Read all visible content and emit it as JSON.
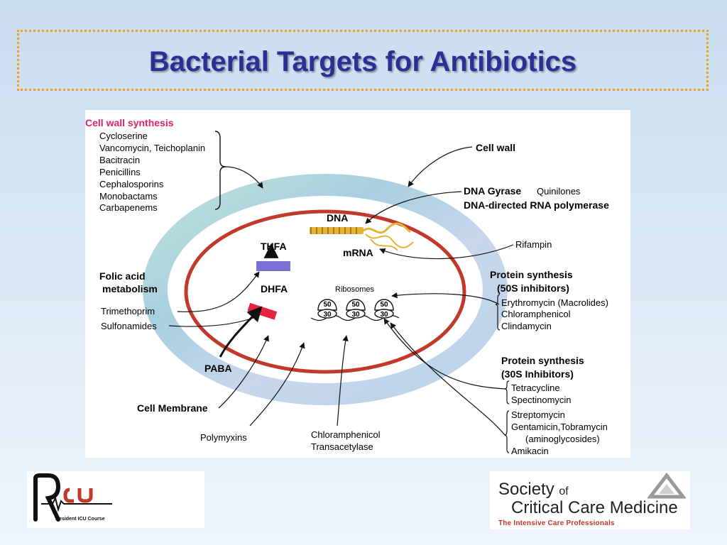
{
  "slide": {
    "title": "Bacterial Targets for Antibiotics"
  },
  "diagram": {
    "cell_wall_synthesis": {
      "heading": "Cell wall synthesis",
      "drugs": [
        "Cycloserine",
        "Vancomycin, Teichoplanin",
        "Bacitracin",
        "Penicillins",
        "Cephalosporins",
        "Monobactams",
        "Carbapenems"
      ]
    },
    "cell_wall": "Cell wall",
    "dna_gyrase": "DNA Gyrase",
    "quinilones": "Quinilones",
    "rna_polymerase": "DNA-directed RNA polymerase",
    "dna": "DNA",
    "mrna": "mRNA",
    "rifampin": "Rifampin",
    "thfa": "THFA",
    "dhfa": "DHFA",
    "folic_line1": "Folic acid",
    "folic_line2": "metabolism",
    "trimethoprim": "Trimethoprim",
    "sulfonamides": "Sulfonamides",
    "paba": "PABA",
    "cell_membrane": "Cell Membrane",
    "polymyxins": "Polymyxins",
    "chloramphenicol_transacetylase": [
      "Chloramphenicol",
      "Transacetylase"
    ],
    "ribosomes": "Ribosomes",
    "ribosome_large": "50",
    "ribosome_small": "30",
    "protein_50s": {
      "heading": [
        "Protein synthesis",
        "(50S inhibitors)"
      ],
      "drugs": [
        "Erythromycin (Macrolides)",
        "Chloramphenicol",
        "Clindamycin"
      ]
    },
    "protein_30s": {
      "heading": [
        "Protein synthesis",
        "(30S Inhibitors)"
      ],
      "group1": [
        "Tetracycline",
        "Spectinomycin"
      ],
      "group2": [
        "Streptomycin",
        "Gentamicin,Tobramycin",
        "(aminoglycosides)",
        "Amikacin"
      ]
    }
  },
  "footer": {
    "ricu_caption": "Resident ICU Course",
    "sccm_line1": "Society",
    "sccm_of": "of",
    "sccm_line2": "Critical Care Medicine",
    "sccm_tagline": "The Intensive Care Professionals"
  },
  "colors": {
    "title": "#2b2f96",
    "title_border": "#f0a020",
    "cell_wall_heading": "#e0206a",
    "membrane": "#c0392b",
    "thfa_bar": "#6a5acd",
    "dhfa_bar": "#e02040",
    "dna_strand": "#d4a017"
  }
}
